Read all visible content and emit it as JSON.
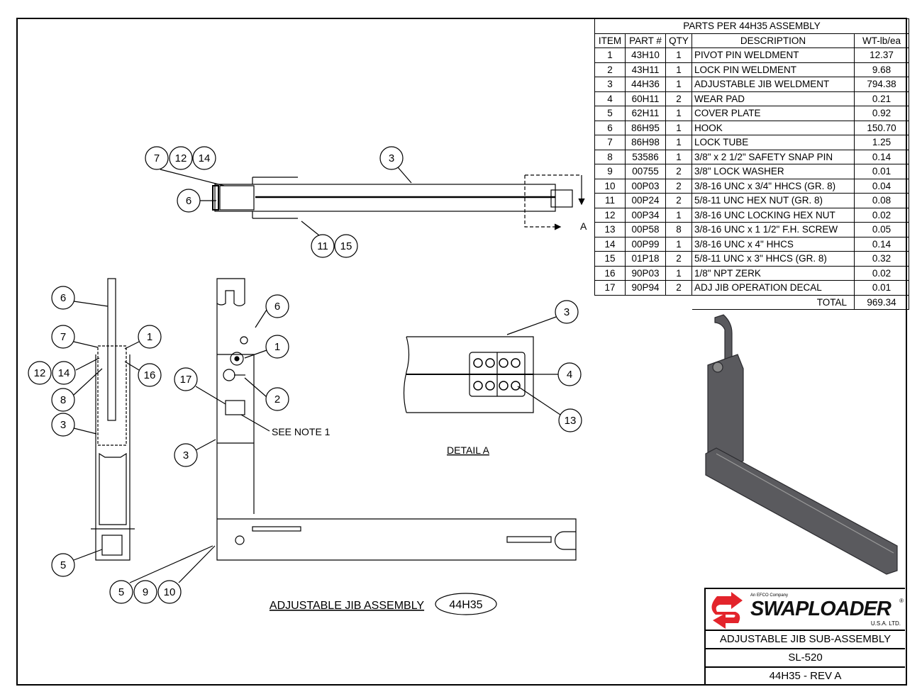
{
  "parts_table": {
    "title": "PARTS PER 44H35 ASSEMBLY",
    "headers": [
      "ITEM",
      "PART #",
      "QTY",
      "DESCRIPTION",
      "WT-lb/ea"
    ],
    "rows": [
      [
        "1",
        "43H10",
        "1",
        "PIVOT PIN WELDMENT",
        "12.37"
      ],
      [
        "2",
        "43H11",
        "1",
        "LOCK PIN WELDMENT",
        "9.68"
      ],
      [
        "3",
        "44H36",
        "1",
        "ADJUSTABLE JIB WELDMENT",
        "794.38"
      ],
      [
        "4",
        "60H11",
        "2",
        "WEAR PAD",
        "0.21"
      ],
      [
        "5",
        "62H11",
        "1",
        "COVER PLATE",
        "0.92"
      ],
      [
        "6",
        "86H95",
        "1",
        "HOOK",
        "150.70"
      ],
      [
        "7",
        "86H98",
        "1",
        "LOCK TUBE",
        "1.25"
      ],
      [
        "8",
        "53586",
        "1",
        "3/8\" x 2 1/2\" SAFETY SNAP PIN",
        "0.14"
      ],
      [
        "9",
        "00755",
        "2",
        "3/8\" LOCK WASHER",
        "0.01"
      ],
      [
        "10",
        "00P03",
        "2",
        "3/8-16 UNC x 3/4\" HHCS (GR. 8)",
        "0.04"
      ],
      [
        "11",
        "00P24",
        "2",
        "5/8-11 UNC HEX NUT (GR. 8)",
        "0.08"
      ],
      [
        "12",
        "00P34",
        "1",
        "3/8-16 UNC LOCKING HEX NUT",
        "0.02"
      ],
      [
        "13",
        "00P58",
        "8",
        "3/8-16 UNC x 1 1/2\" F.H. SCREW",
        "0.05"
      ],
      [
        "14",
        "00P99",
        "1",
        "3/8-16 UNC x 4\" HHCS",
        "0.14"
      ],
      [
        "15",
        "01P18",
        "2",
        "5/8-11 UNC x 3\" HHCS (GR. 8)",
        "0.32"
      ],
      [
        "16",
        "90P03",
        "1",
        "1/8\" NPT ZERK",
        "0.02"
      ],
      [
        "17",
        "90P94",
        "2",
        "ADJ JIB OPERATION DECAL",
        "0.01"
      ]
    ],
    "total_label": "TOTAL",
    "total_value": "969.34"
  },
  "title_block": {
    "company_sub": "An EFCO Company",
    "company": "SWAPLOADER",
    "company_reg": "®",
    "company_suffix": "U.S.A. LTD.",
    "description": "ADJUSTABLE JIB SUB-ASSEMBLY",
    "model": "SL-520",
    "drawing_number": "44H35 - REV A"
  },
  "drawing": {
    "assembly_title": "ADJUSTABLE JIB ASSEMBLY",
    "assembly_number": "44H35",
    "section_label": "A",
    "see_note": "SEE  NOTE 1",
    "detail_label": "DETAIL  A",
    "balloons_top": [
      "7",
      "12",
      "14",
      "3",
      "6",
      "11",
      "15"
    ],
    "balloons_left": [
      "6",
      "7",
      "1",
      "12",
      "14",
      "16",
      "8",
      "3",
      "5"
    ],
    "balloons_side": [
      "6",
      "1",
      "17",
      "2",
      "3",
      "5",
      "9",
      "10"
    ],
    "balloons_detail": [
      "3",
      "4",
      "13"
    ]
  },
  "colors": {
    "logo_red": "#e3242b",
    "part_gray": "#5a5a5e"
  }
}
